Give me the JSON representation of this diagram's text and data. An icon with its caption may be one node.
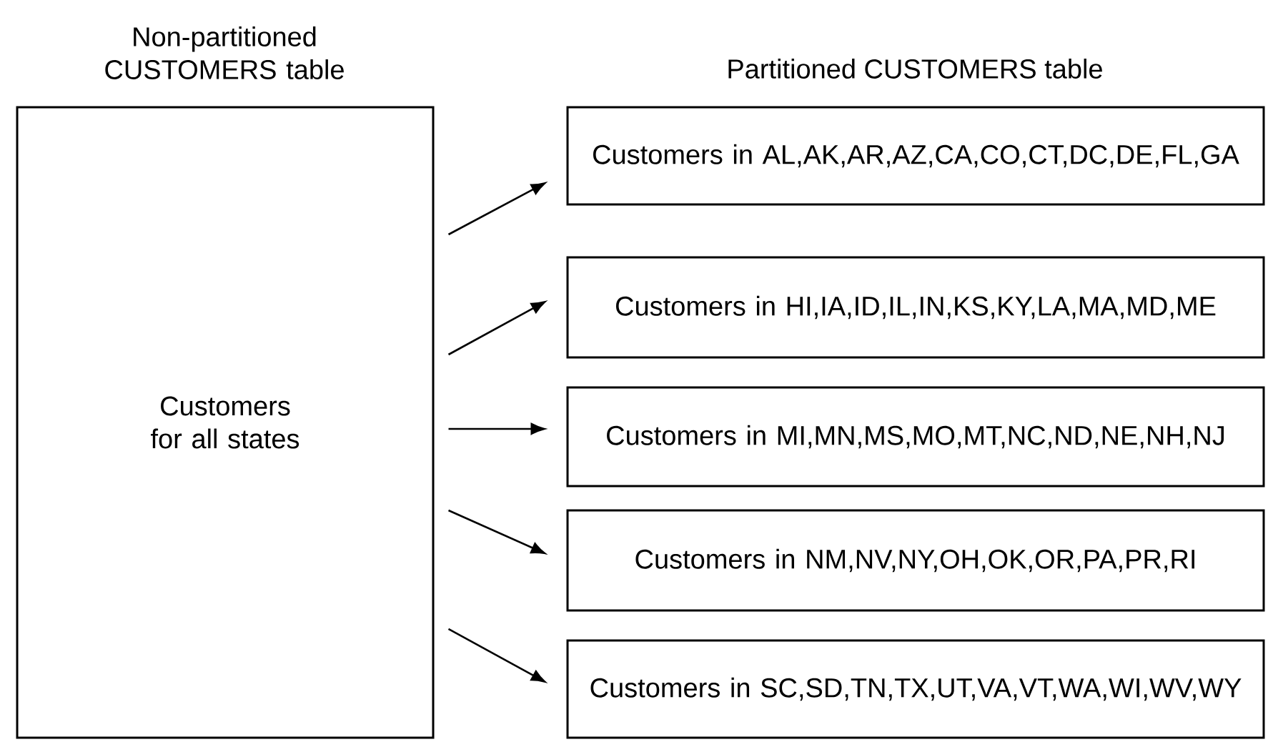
{
  "diagram": {
    "nodes": [
      {
        "text": [
          "Non-partitioned CUSTOMERS table",
          "Customers for all states"
        ]
      },
      {
        "text": [
          "Customers in AL,AK,AR,AZ,CA,CO,CT,DC,DE,FL,GA"
        ]
      },
      {
        "text": [
          "Customers in HI,IA,ID,IL,IN,KS,KY,LA,MA,MD,ME"
        ]
      },
      {
        "text": [
          "Customers in MI,MN,MS,MO,MT,NC,ND,NE,NH,NJ"
        ]
      },
      {
        "text": [
          "Customers in NM,NV,NY,OH,OK,OR,PA,PR,RI"
        ]
      },
      {
        "text": [
          "Customers in SC,SD,TN,TX,UT,VA,VT,WA,WI,WV,WY"
        ]
      }
    ],
    "edges": [
      {
        "from": 0,
        "to": 1,
        "arrow": "to"
      },
      {
        "from": 0,
        "to": 2,
        "arrow": "to"
      },
      {
        "from": 0,
        "to": 3,
        "arrow": "to"
      },
      {
        "from": 0,
        "to": 4,
        "arrow": "to"
      },
      {
        "from": 0,
        "to": 5,
        "arrow": "to"
      }
    ],
    "labels": [
      "Partitioned CUSTOMERS table"
    ]
  }
}
